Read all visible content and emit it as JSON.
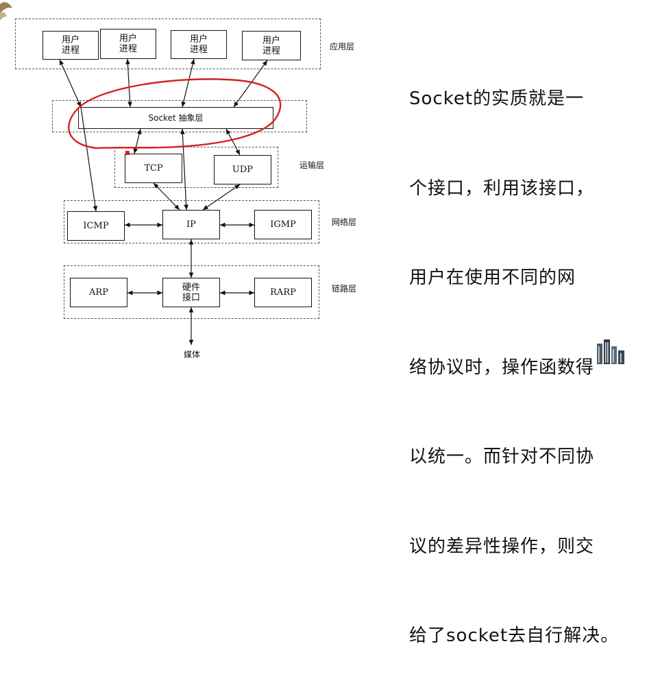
{
  "diagram": {
    "app_processes": [
      "用户\n进程",
      "用户\n进程",
      "用户\n进程",
      "用户\n进程"
    ],
    "socket_layer": "Socket 抽象层",
    "transport": [
      "TCP",
      "UDP"
    ],
    "network": [
      "ICMP",
      "IP",
      "IGMP"
    ],
    "link": [
      "ARP",
      "硬件\n接口",
      "RARP"
    ],
    "media": "媒体",
    "layer_labels": {
      "application": "应用层",
      "transport": "运输层",
      "network": "网络层",
      "link": "链路层"
    }
  },
  "explanation": {
    "lines": [
      "Socket的实质就是一",
      "个接口，利用该接口，",
      "用户在使用不同的网",
      "络协议时，操作函数得",
      "以统一。而针对不同协",
      "议的差异性操作，则交",
      "给了socket去自行解决。"
    ]
  },
  "colors": {
    "annotation": "#d42020",
    "ink": "#111111"
  }
}
